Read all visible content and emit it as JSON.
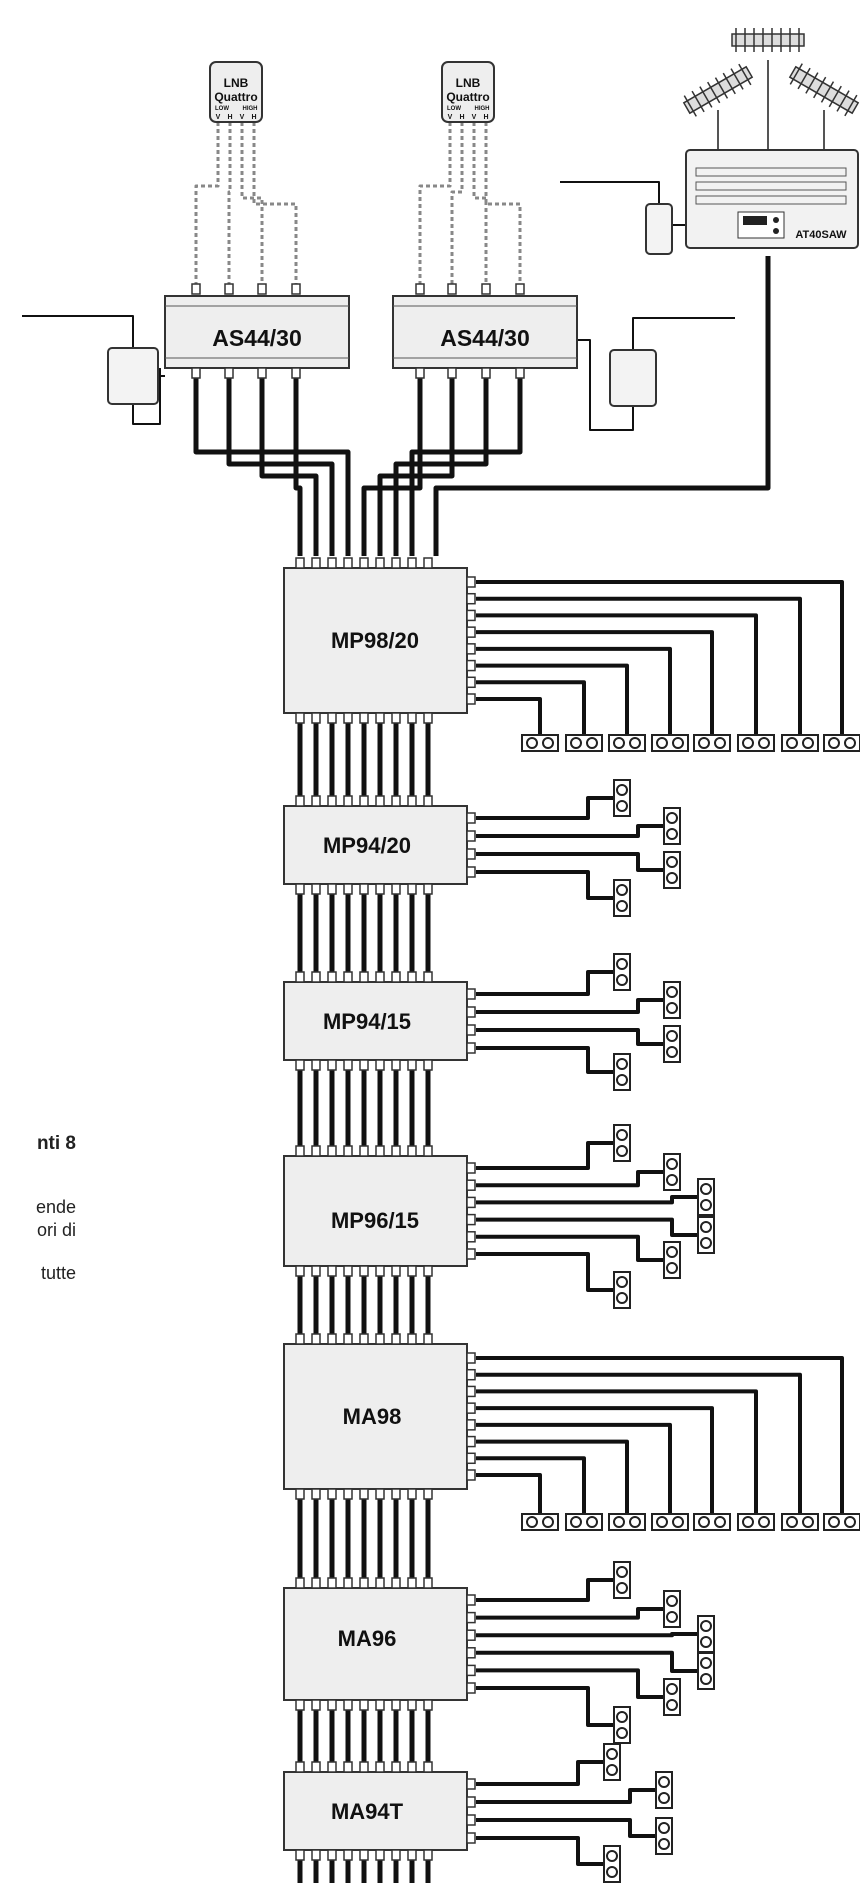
{
  "lnbs": [
    {
      "title": "LNB",
      "subtitle": "Quattro",
      "band_low": "LOW",
      "band_high": "HIGH",
      "pol": [
        "V",
        "H",
        "V",
        "H"
      ]
    },
    {
      "title": "LNB",
      "subtitle": "Quattro",
      "band_low": "LOW",
      "band_high": "HIGH",
      "pol": [
        "V",
        "H",
        "V",
        "H"
      ]
    }
  ],
  "amplifiers": [
    {
      "label": "AS44/30"
    },
    {
      "label": "AS44/30"
    }
  ],
  "terrestrial_amp": {
    "label": "AT40SAW"
  },
  "multiswitches": [
    {
      "label": "MP98/20"
    },
    {
      "label": "MP94/20"
    },
    {
      "label": "MP94/15"
    },
    {
      "label": "MP96/15"
    },
    {
      "label": "MA98"
    },
    {
      "label": "MA96"
    },
    {
      "label": "MA94T"
    }
  ],
  "side_text": {
    "line1": "nti 8",
    "line2": "ende",
    "line3": "ori di",
    "line4": "tutte"
  },
  "colors": {
    "cable": "#111111",
    "device_fill": "#eeeeee",
    "device_stroke": "#333333",
    "dashed_cable": "#888888"
  }
}
